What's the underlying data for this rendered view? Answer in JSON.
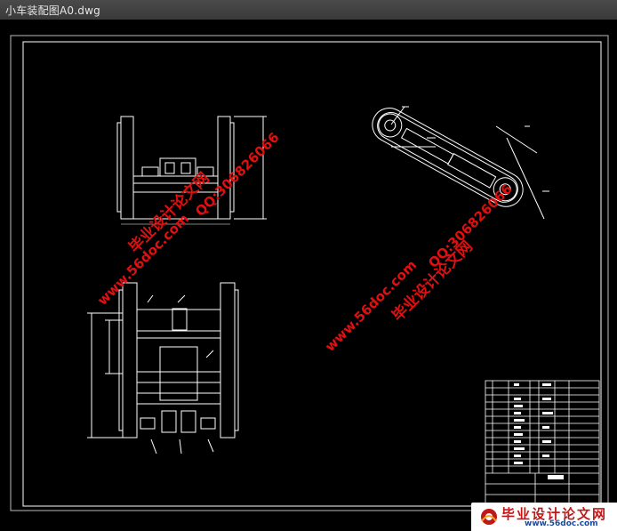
{
  "window": {
    "title": "小车装配图A0.dwg"
  },
  "watermarks": {
    "left_site": "www.56doc.com",
    "left_brand": "毕业设计论文网",
    "left_qq": "QQ:306826066",
    "right_site": "www.56doc.com",
    "right_brand": "毕业设计论文网",
    "right_qq": "QQ:306826066"
  },
  "footer_logo": {
    "name": "毕业设计论文网",
    "url": "www.56doc.com"
  },
  "colors": {
    "background": "#000000",
    "line": "#ffffff",
    "watermark": "#e01010",
    "titlebar": "#3f3f3f"
  },
  "icons": {
    "logo": "gear-flame-icon"
  }
}
